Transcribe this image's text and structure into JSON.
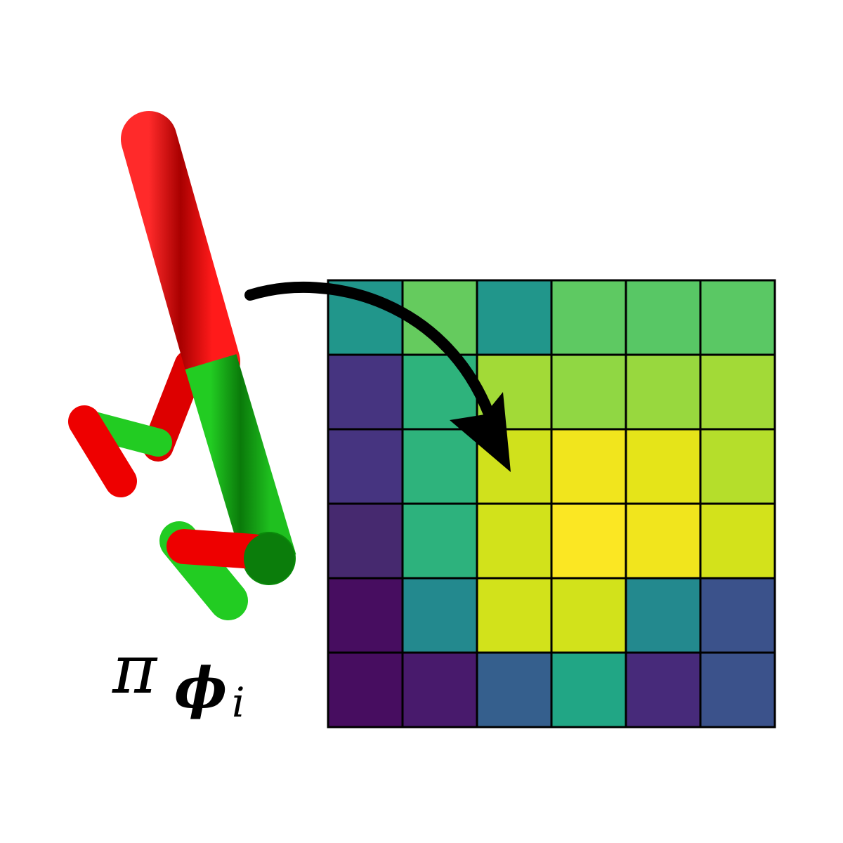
{
  "label": {
    "symbol": "π",
    "subscript_symbol": "ϕ",
    "subscript_index": "i"
  },
  "grid": {
    "rows": 6,
    "cols": 6,
    "cell_colors": [
      [
        "#21968b",
        "#65cb5e",
        "#21968b",
        "#5ec962",
        "#58c765",
        "#5ac864"
      ],
      [
        "#463480",
        "#2eb37c",
        "#a2da37",
        "#90d743",
        "#98d83e",
        "#a2da37"
      ],
      [
        "#463480",
        "#2eb37c",
        "#d0e11c",
        "#f1e51d",
        "#e5e419",
        "#b5de2b"
      ],
      [
        "#46296f",
        "#2db27d",
        "#d2e21b",
        "#fbe723",
        "#f1e51d",
        "#d3e21b"
      ],
      [
        "#470d60",
        "#23898e",
        "#d2e21b",
        "#d2e21b",
        "#23898e",
        "#3b528b"
      ],
      [
        "#470d60",
        "#481a6c",
        "#355f8d",
        "#21a685",
        "#472a7a",
        "#3b528b"
      ]
    ]
  },
  "robot_colors": {
    "red": "#ee0000",
    "dark_red": "#9a0000",
    "green": "#19c019",
    "dark_green": "#0a7a0a"
  },
  "arrow_color": "#000000"
}
